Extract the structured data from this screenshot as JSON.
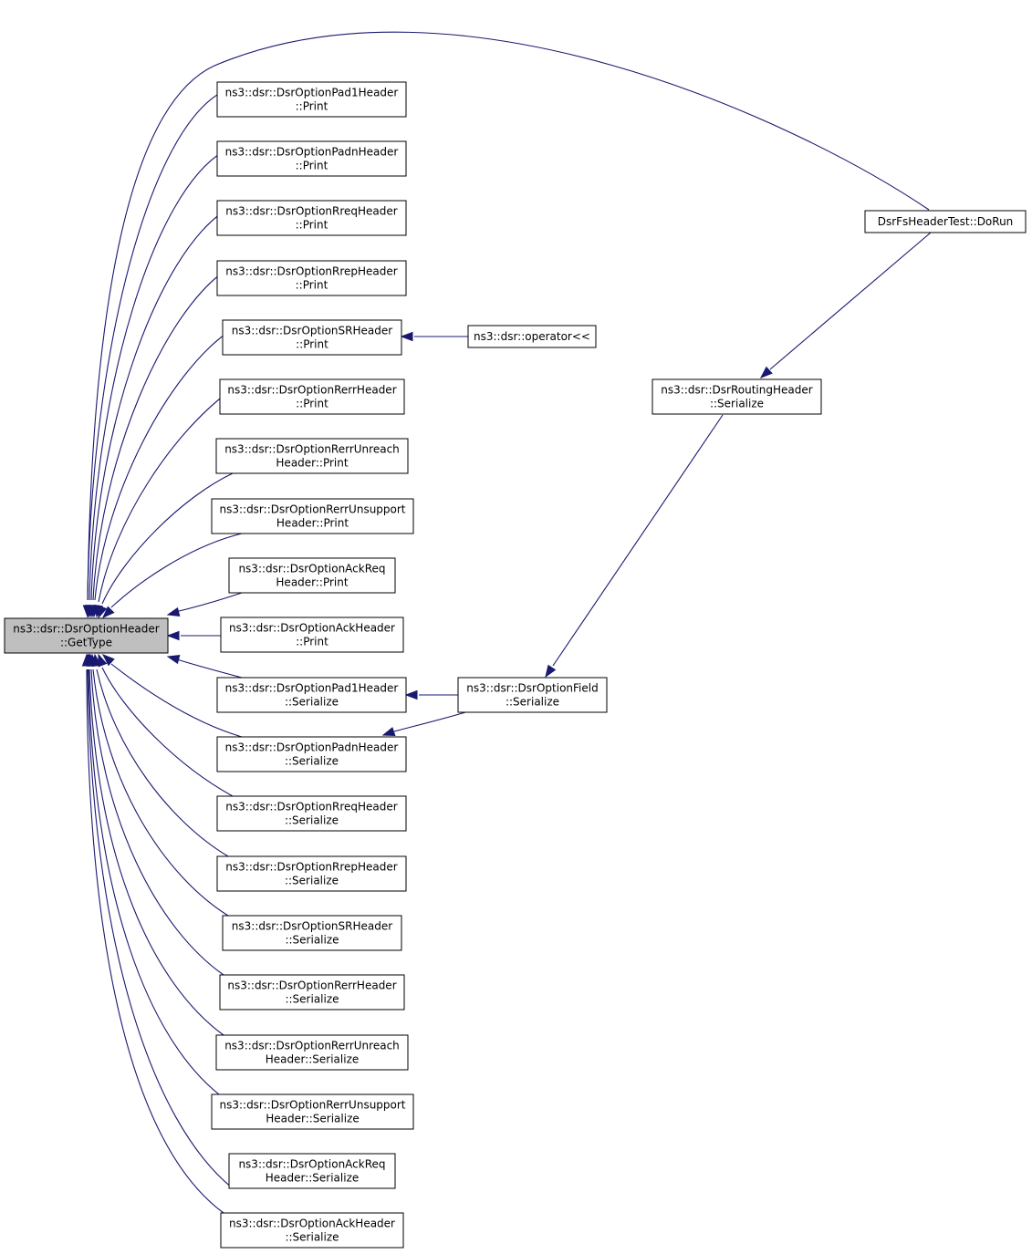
{
  "graph": {
    "root": "get_type",
    "nodes": [
      {
        "id": "get_type",
        "lines": [
          "ns3::dsr::DsrOptionHeader",
          "::GetType"
        ],
        "highlighted": true
      },
      {
        "id": "pad1_print",
        "lines": [
          "ns3::dsr::DsrOptionPad1Header",
          "::Print"
        ]
      },
      {
        "id": "padn_print",
        "lines": [
          "ns3::dsr::DsrOptionPadnHeader",
          "::Print"
        ]
      },
      {
        "id": "rreq_print",
        "lines": [
          "ns3::dsr::DsrOptionRreqHeader",
          "::Print"
        ]
      },
      {
        "id": "rrep_print",
        "lines": [
          "ns3::dsr::DsrOptionRrepHeader",
          "::Print"
        ]
      },
      {
        "id": "sr_print",
        "lines": [
          "ns3::dsr::DsrOptionSRHeader",
          "::Print"
        ]
      },
      {
        "id": "rerr_print",
        "lines": [
          "ns3::dsr::DsrOptionRerrHeader",
          "::Print"
        ]
      },
      {
        "id": "rerr_unreach_print",
        "lines": [
          "ns3::dsr::DsrOptionRerrUnreach",
          "Header::Print"
        ]
      },
      {
        "id": "rerr_unsupport_print",
        "lines": [
          "ns3::dsr::DsrOptionRerrUnsupport",
          "Header::Print"
        ]
      },
      {
        "id": "ackreq_print",
        "lines": [
          "ns3::dsr::DsrOptionAckReq",
          "Header::Print"
        ]
      },
      {
        "id": "ack_print",
        "lines": [
          "ns3::dsr::DsrOptionAckHeader",
          "::Print"
        ]
      },
      {
        "id": "pad1_serialize",
        "lines": [
          "ns3::dsr::DsrOptionPad1Header",
          "::Serialize"
        ]
      },
      {
        "id": "padn_serialize",
        "lines": [
          "ns3::dsr::DsrOptionPadnHeader",
          "::Serialize"
        ]
      },
      {
        "id": "rreq_serialize",
        "lines": [
          "ns3::dsr::DsrOptionRreqHeader",
          "::Serialize"
        ]
      },
      {
        "id": "rrep_serialize",
        "lines": [
          "ns3::dsr::DsrOptionRrepHeader",
          "::Serialize"
        ]
      },
      {
        "id": "sr_serialize",
        "lines": [
          "ns3::dsr::DsrOptionSRHeader",
          "::Serialize"
        ]
      },
      {
        "id": "rerr_serialize",
        "lines": [
          "ns3::dsr::DsrOptionRerrHeader",
          "::Serialize"
        ]
      },
      {
        "id": "rerr_unreach_serialize",
        "lines": [
          "ns3::dsr::DsrOptionRerrUnreach",
          "Header::Serialize"
        ]
      },
      {
        "id": "rerr_unsupport_serialize",
        "lines": [
          "ns3::dsr::DsrOptionRerrUnsupport",
          "Header::Serialize"
        ]
      },
      {
        "id": "ackreq_serialize",
        "lines": [
          "ns3::dsr::DsrOptionAckReq",
          "Header::Serialize"
        ]
      },
      {
        "id": "ack_serialize",
        "lines": [
          "ns3::dsr::DsrOptionAckHeader",
          "::Serialize"
        ]
      },
      {
        "id": "operator_out",
        "lines": [
          "ns3::dsr::operator<<"
        ]
      },
      {
        "id": "option_field_serialize",
        "lines": [
          "ns3::dsr::DsrOptionField",
          "::Serialize"
        ]
      },
      {
        "id": "routing_header_serialize",
        "lines": [
          "ns3::dsr::DsrRoutingHeader",
          "::Serialize"
        ]
      },
      {
        "id": "fs_header_test_dorun",
        "lines": [
          "DsrFsHeaderTest::DoRun"
        ]
      }
    ],
    "edges": [
      {
        "from": "fs_header_test_dorun",
        "to": "get_type"
      },
      {
        "from": "pad1_print",
        "to": "get_type"
      },
      {
        "from": "padn_print",
        "to": "get_type"
      },
      {
        "from": "rreq_print",
        "to": "get_type"
      },
      {
        "from": "rrep_print",
        "to": "get_type"
      },
      {
        "from": "sr_print",
        "to": "get_type"
      },
      {
        "from": "rerr_print",
        "to": "get_type"
      },
      {
        "from": "rerr_unreach_print",
        "to": "get_type"
      },
      {
        "from": "rerr_unsupport_print",
        "to": "get_type"
      },
      {
        "from": "ackreq_print",
        "to": "get_type"
      },
      {
        "from": "ack_print",
        "to": "get_type"
      },
      {
        "from": "pad1_serialize",
        "to": "get_type"
      },
      {
        "from": "padn_serialize",
        "to": "get_type"
      },
      {
        "from": "rreq_serialize",
        "to": "get_type"
      },
      {
        "from": "rrep_serialize",
        "to": "get_type"
      },
      {
        "from": "sr_serialize",
        "to": "get_type"
      },
      {
        "from": "rerr_serialize",
        "to": "get_type"
      },
      {
        "from": "rerr_unreach_serialize",
        "to": "get_type"
      },
      {
        "from": "rerr_unsupport_serialize",
        "to": "get_type"
      },
      {
        "from": "ackreq_serialize",
        "to": "get_type"
      },
      {
        "from": "ack_serialize",
        "to": "get_type"
      },
      {
        "from": "operator_out",
        "to": "sr_print"
      },
      {
        "from": "option_field_serialize",
        "to": "pad1_serialize"
      },
      {
        "from": "option_field_serialize",
        "to": "padn_serialize"
      },
      {
        "from": "routing_header_serialize",
        "to": "option_field_serialize"
      },
      {
        "from": "fs_header_test_dorun",
        "to": "routing_header_serialize"
      }
    ]
  },
  "colors": {
    "edge": "#191970",
    "node_border": "#000000",
    "node_fill": "#ffffff",
    "highlight_fill": "#bfbfbf"
  }
}
